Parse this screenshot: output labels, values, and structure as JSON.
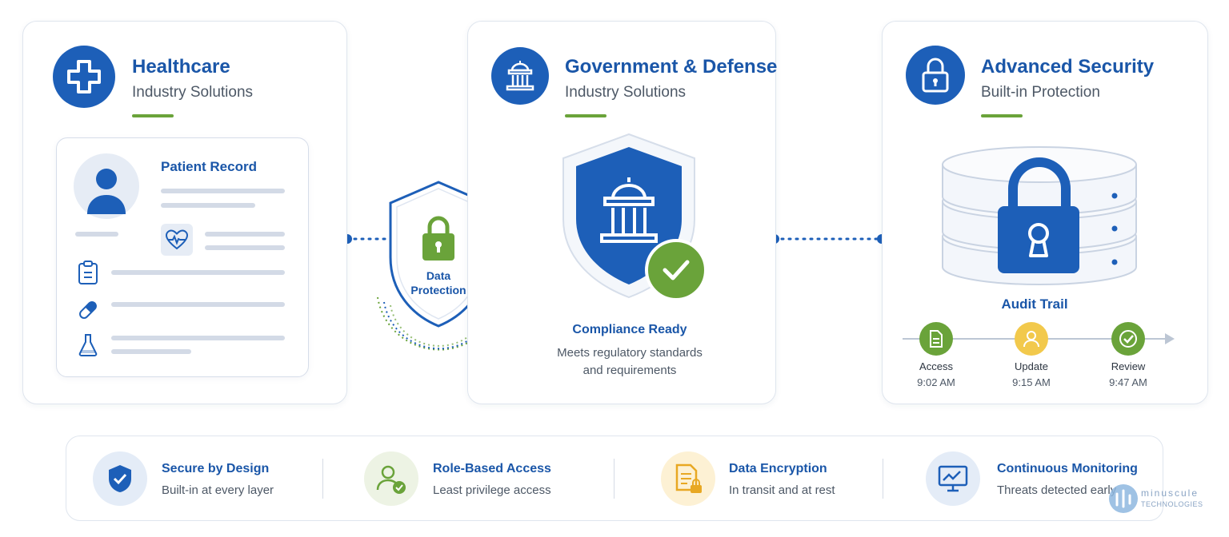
{
  "colors": {
    "brand_blue": "#1d5fb8",
    "accent_green": "#6aa33a",
    "accent_yellow": "#f2c94c"
  },
  "healthcare": {
    "title": "Healthcare",
    "subtitle": "Industry Solutions",
    "icon": "medical-cross-icon",
    "record": {
      "title": "Patient Record"
    }
  },
  "data_protection": {
    "label_line1": "Data",
    "label_line2": "Protection"
  },
  "government": {
    "title": "Government & Defense",
    "subtitle": "Industry Solutions",
    "icon": "capitol-building-icon",
    "compliance_title": "Compliance Ready",
    "compliance_line1": "Meets regulatory standards",
    "compliance_line2": "and requirements"
  },
  "security": {
    "title": "Advanced Security",
    "subtitle": "Built-in Protection",
    "icon": "padlock-icon",
    "audit_title": "Audit Trail",
    "steps": [
      {
        "label": "Access",
        "time": "9:02 AM",
        "icon": "document-icon"
      },
      {
        "label": "Update",
        "time": "9:15 AM",
        "icon": "user-icon"
      },
      {
        "label": "Review",
        "time": "9:47 AM",
        "icon": "check-icon"
      }
    ]
  },
  "features": [
    {
      "title": "Secure by Design",
      "subtitle": "Built-in at every layer",
      "icon": "shield-check-icon"
    },
    {
      "title": "Role-Based Access",
      "subtitle": "Least privilege access",
      "icon": "user-check-icon"
    },
    {
      "title": "Data Encryption",
      "subtitle": "In transit and at rest",
      "icon": "locked-document-icon"
    },
    {
      "title": "Continuous Monitoring",
      "subtitle": "Threats detected early",
      "icon": "monitor-chart-icon"
    }
  ],
  "watermark": {
    "line1": "minuscule",
    "line2": "TECHNOLOGIES"
  }
}
